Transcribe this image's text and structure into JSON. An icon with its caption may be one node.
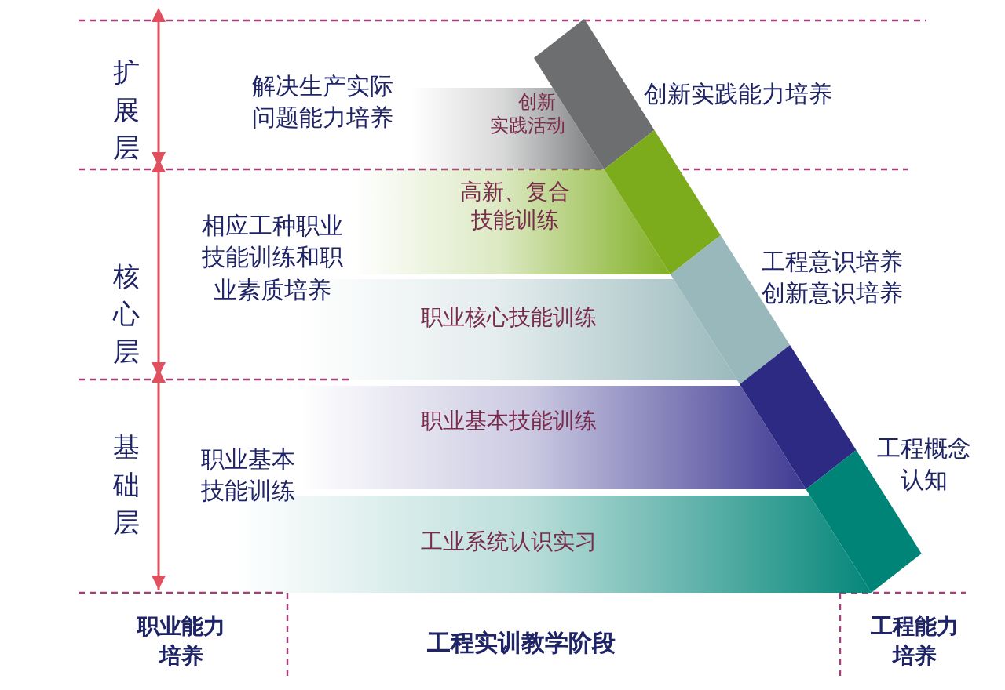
{
  "diagram": {
    "nodes": [
      {
        "text": [
          "创新实践活动"
        ]
      },
      {
        "text": [
          "高新、复合技能训练"
        ]
      },
      {
        "text": [
          "职业核心技能训练"
        ]
      },
      {
        "text": [
          "职业基本技能训练"
        ]
      },
      {
        "text": [
          "工业系统认识实习"
        ]
      }
    ],
    "labels": [
      "扩展层",
      "解决生产实际问题能力培养",
      "创新实践能力培养",
      "核心层",
      "相应工种职业技能训练和职业素质培养",
      "工程意识培养",
      "创新意识培养",
      "基础层",
      "职业基本技能训练",
      "工程概念认知",
      "职业能力培养",
      "工程实训教学阶段",
      "工程能力培养"
    ]
  }
}
